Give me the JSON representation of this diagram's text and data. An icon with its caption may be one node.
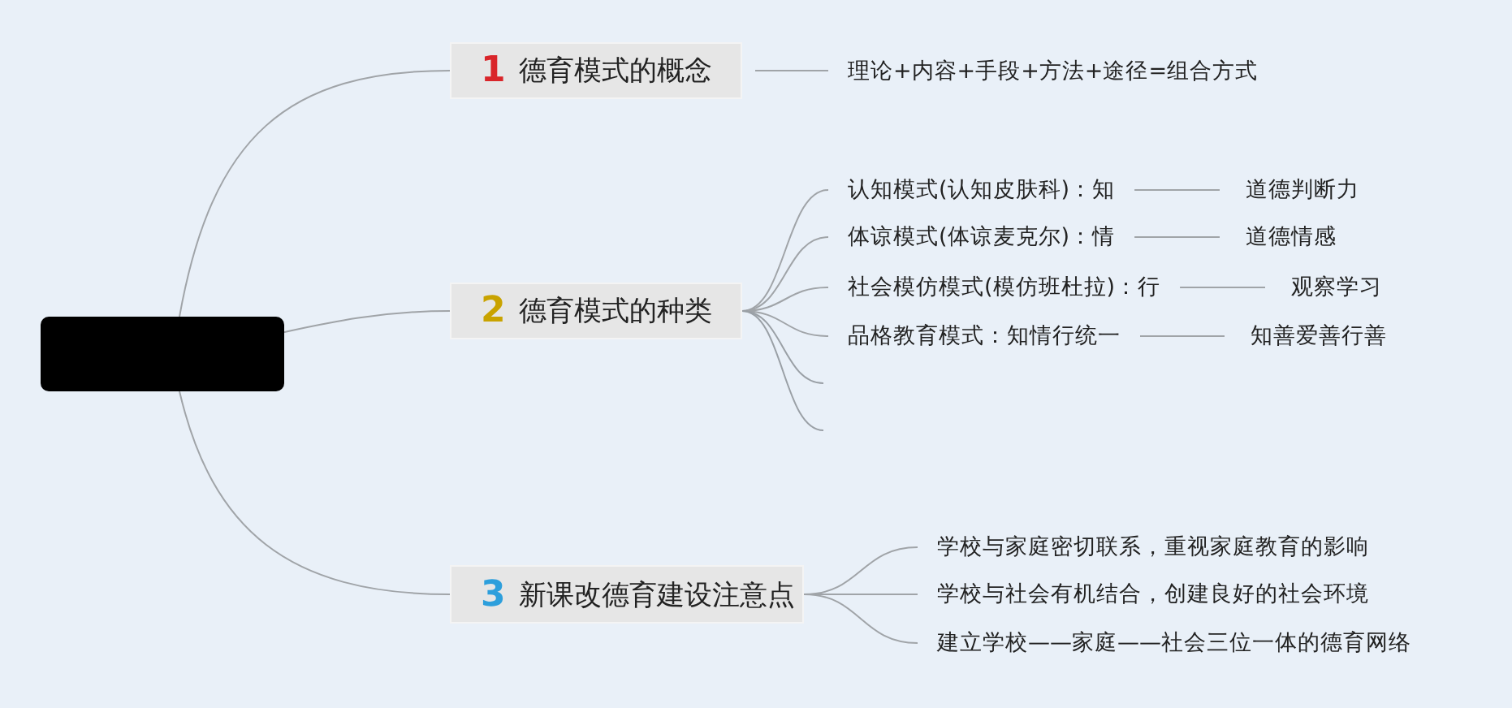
{
  "diagram": {
    "nodes": [
      {
        "text": [],
        "shape": "box"
      },
      {
        "text": [
          "1",
          "德育模式的概念"
        ]
      },
      {
        "text": [
          "理论+内容+手段+方法+途径=组合方式"
        ]
      },
      {
        "text": [
          "2",
          "德育模式的种类"
        ]
      },
      {
        "text": [
          "认知模式(认知皮肤科)：知"
        ]
      },
      {
        "text": [
          "道德判断力"
        ]
      },
      {
        "text": [
          "体谅模式(体谅麦克尔)：情"
        ]
      },
      {
        "text": [
          "道德情感"
        ]
      },
      {
        "text": [
          "社会模仿模式(模仿班杜拉)：行"
        ]
      },
      {
        "text": [
          "观察学习"
        ]
      },
      {
        "text": [
          "品格教育模式：知情行统一"
        ]
      },
      {
        "text": [
          "知善爱善行善"
        ]
      },
      {
        "text": [
          "3",
          "新课改德育建设注意点"
        ]
      },
      {
        "text": [
          "学校与家庭密切联系，重视家庭教育的影响"
        ]
      },
      {
        "text": [
          "学校与社会有机结合，创建良好的社会环境"
        ]
      },
      {
        "text": [
          "建立学校——家庭——社会三位一体的德育网络"
        ]
      }
    ],
    "edges": [
      {
        "from": 0,
        "to": 1,
        "arrow": "none"
      },
      {
        "from": 0,
        "to": 3,
        "arrow": "none"
      },
      {
        "from": 0,
        "to": 12,
        "arrow": "none"
      },
      {
        "from": 1,
        "to": 2,
        "arrow": "none"
      },
      {
        "from": 3,
        "to": 4,
        "arrow": "none"
      },
      {
        "from": 3,
        "to": 6,
        "arrow": "none"
      },
      {
        "from": 3,
        "to": 8,
        "arrow": "none"
      },
      {
        "from": 3,
        "to": 10,
        "arrow": "none"
      },
      {
        "from": 3,
        "to": null,
        "arrow": "none"
      },
      {
        "from": 3,
        "to": null,
        "arrow": "none"
      },
      {
        "from": 4,
        "to": 5,
        "arrow": "none"
      },
      {
        "from": 6,
        "to": 7,
        "arrow": "none"
      },
      {
        "from": 8,
        "to": 9,
        "arrow": "none"
      },
      {
        "from": 10,
        "to": 11,
        "arrow": "none"
      },
      {
        "from": 12,
        "to": 13,
        "arrow": "none"
      },
      {
        "from": 12,
        "to": 14,
        "arrow": "none"
      },
      {
        "from": 12,
        "to": 15,
        "arrow": "none"
      }
    ]
  }
}
